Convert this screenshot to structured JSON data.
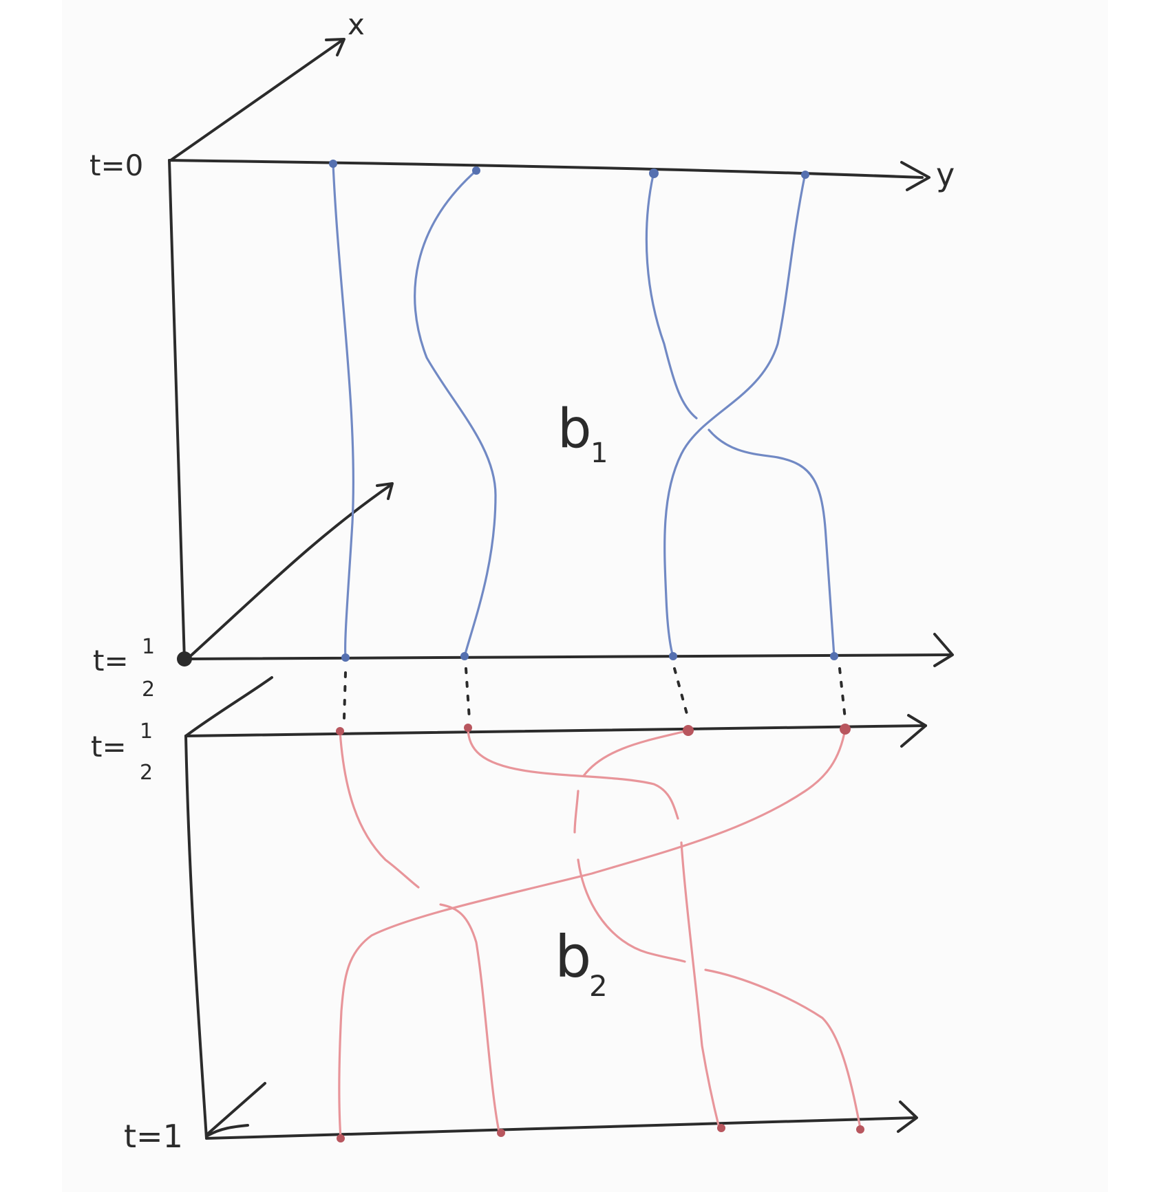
{
  "labels": {
    "x_axis": "x",
    "y_axis": "y",
    "t0": "t=0",
    "t_half_a": "t=",
    "t_half_b": "t=",
    "t_half_num": "1",
    "t_half_den": "2",
    "t1": "t=1",
    "b1_main": "b",
    "b1_sub": "1",
    "b2_main": "b",
    "b2_sub": "2"
  },
  "colors": {
    "ink": "#2b2b2b",
    "braid_b1": "#7189c4",
    "braid_b1_dot": "#5570b0",
    "braid_b2": "#e8959a",
    "braid_b2_dot": "#b8565e"
  }
}
